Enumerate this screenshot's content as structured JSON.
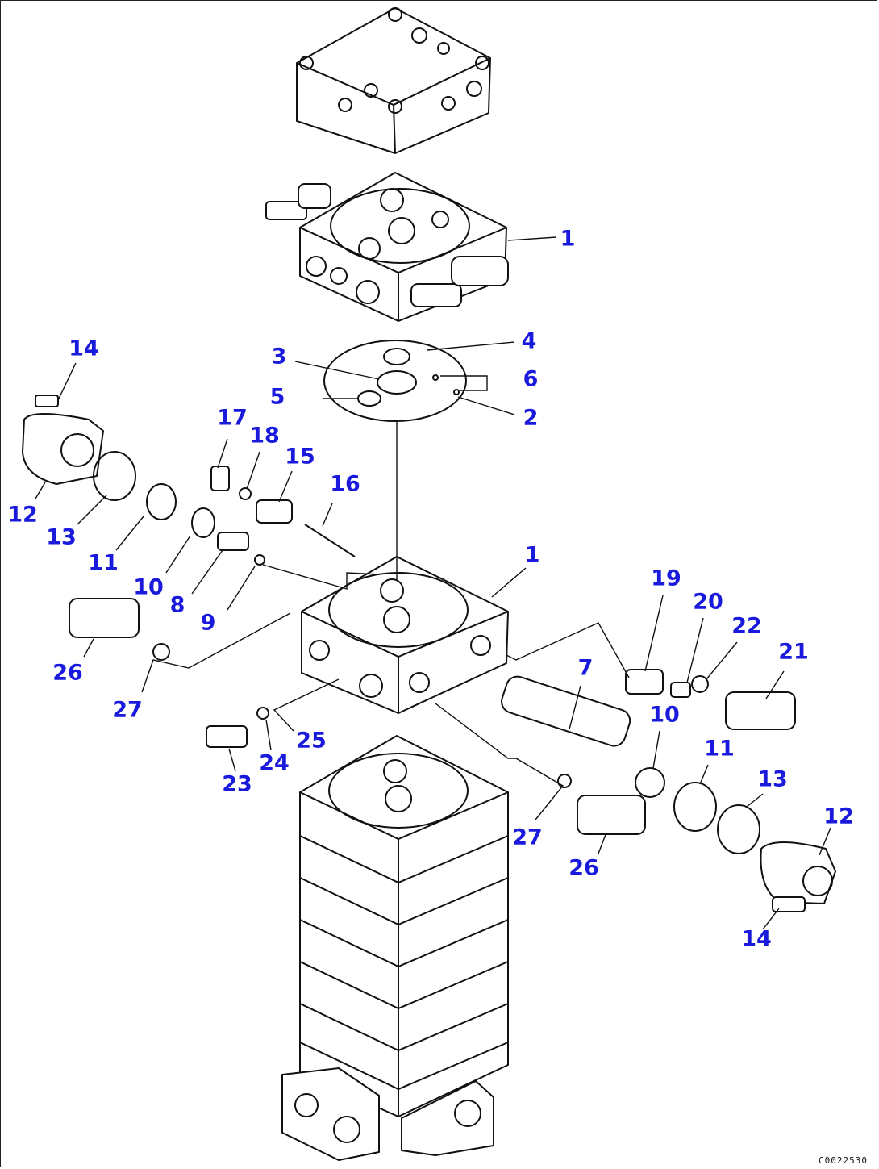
{
  "callouts": [
    {
      "id": "c1a",
      "text": "1"
    },
    {
      "id": "c4",
      "text": "4"
    },
    {
      "id": "c3",
      "text": "3"
    },
    {
      "id": "c6",
      "text": "6"
    },
    {
      "id": "c5",
      "text": "5"
    },
    {
      "id": "c2",
      "text": "2"
    },
    {
      "id": "c14a",
      "text": "14"
    },
    {
      "id": "c17",
      "text": "17"
    },
    {
      "id": "c18",
      "text": "18"
    },
    {
      "id": "c15",
      "text": "15"
    },
    {
      "id": "c16",
      "text": "16"
    },
    {
      "id": "c12a",
      "text": "12"
    },
    {
      "id": "c13a",
      "text": "13"
    },
    {
      "id": "c11a",
      "text": "11"
    },
    {
      "id": "c10a",
      "text": "10"
    },
    {
      "id": "c8",
      "text": "8"
    },
    {
      "id": "c9",
      "text": "9"
    },
    {
      "id": "c1b",
      "text": "1"
    },
    {
      "id": "c19",
      "text": "19"
    },
    {
      "id": "c20",
      "text": "20"
    },
    {
      "id": "c22",
      "text": "22"
    },
    {
      "id": "c21",
      "text": "21"
    },
    {
      "id": "c26a",
      "text": "26"
    },
    {
      "id": "c27a",
      "text": "27"
    },
    {
      "id": "c7",
      "text": "7"
    },
    {
      "id": "c10b",
      "text": "10"
    },
    {
      "id": "c11b",
      "text": "11"
    },
    {
      "id": "c13b",
      "text": "13"
    },
    {
      "id": "c12b",
      "text": "12"
    },
    {
      "id": "c25",
      "text": "25"
    },
    {
      "id": "c23",
      "text": "23"
    },
    {
      "id": "c24",
      "text": "24"
    },
    {
      "id": "c27b",
      "text": "27"
    },
    {
      "id": "c26b",
      "text": "26"
    },
    {
      "id": "c14b",
      "text": "14"
    }
  ],
  "figure_code": "C0022530",
  "colors": {
    "callout": "#1a1adc",
    "line": "#111111",
    "background": "#ffffff"
  }
}
